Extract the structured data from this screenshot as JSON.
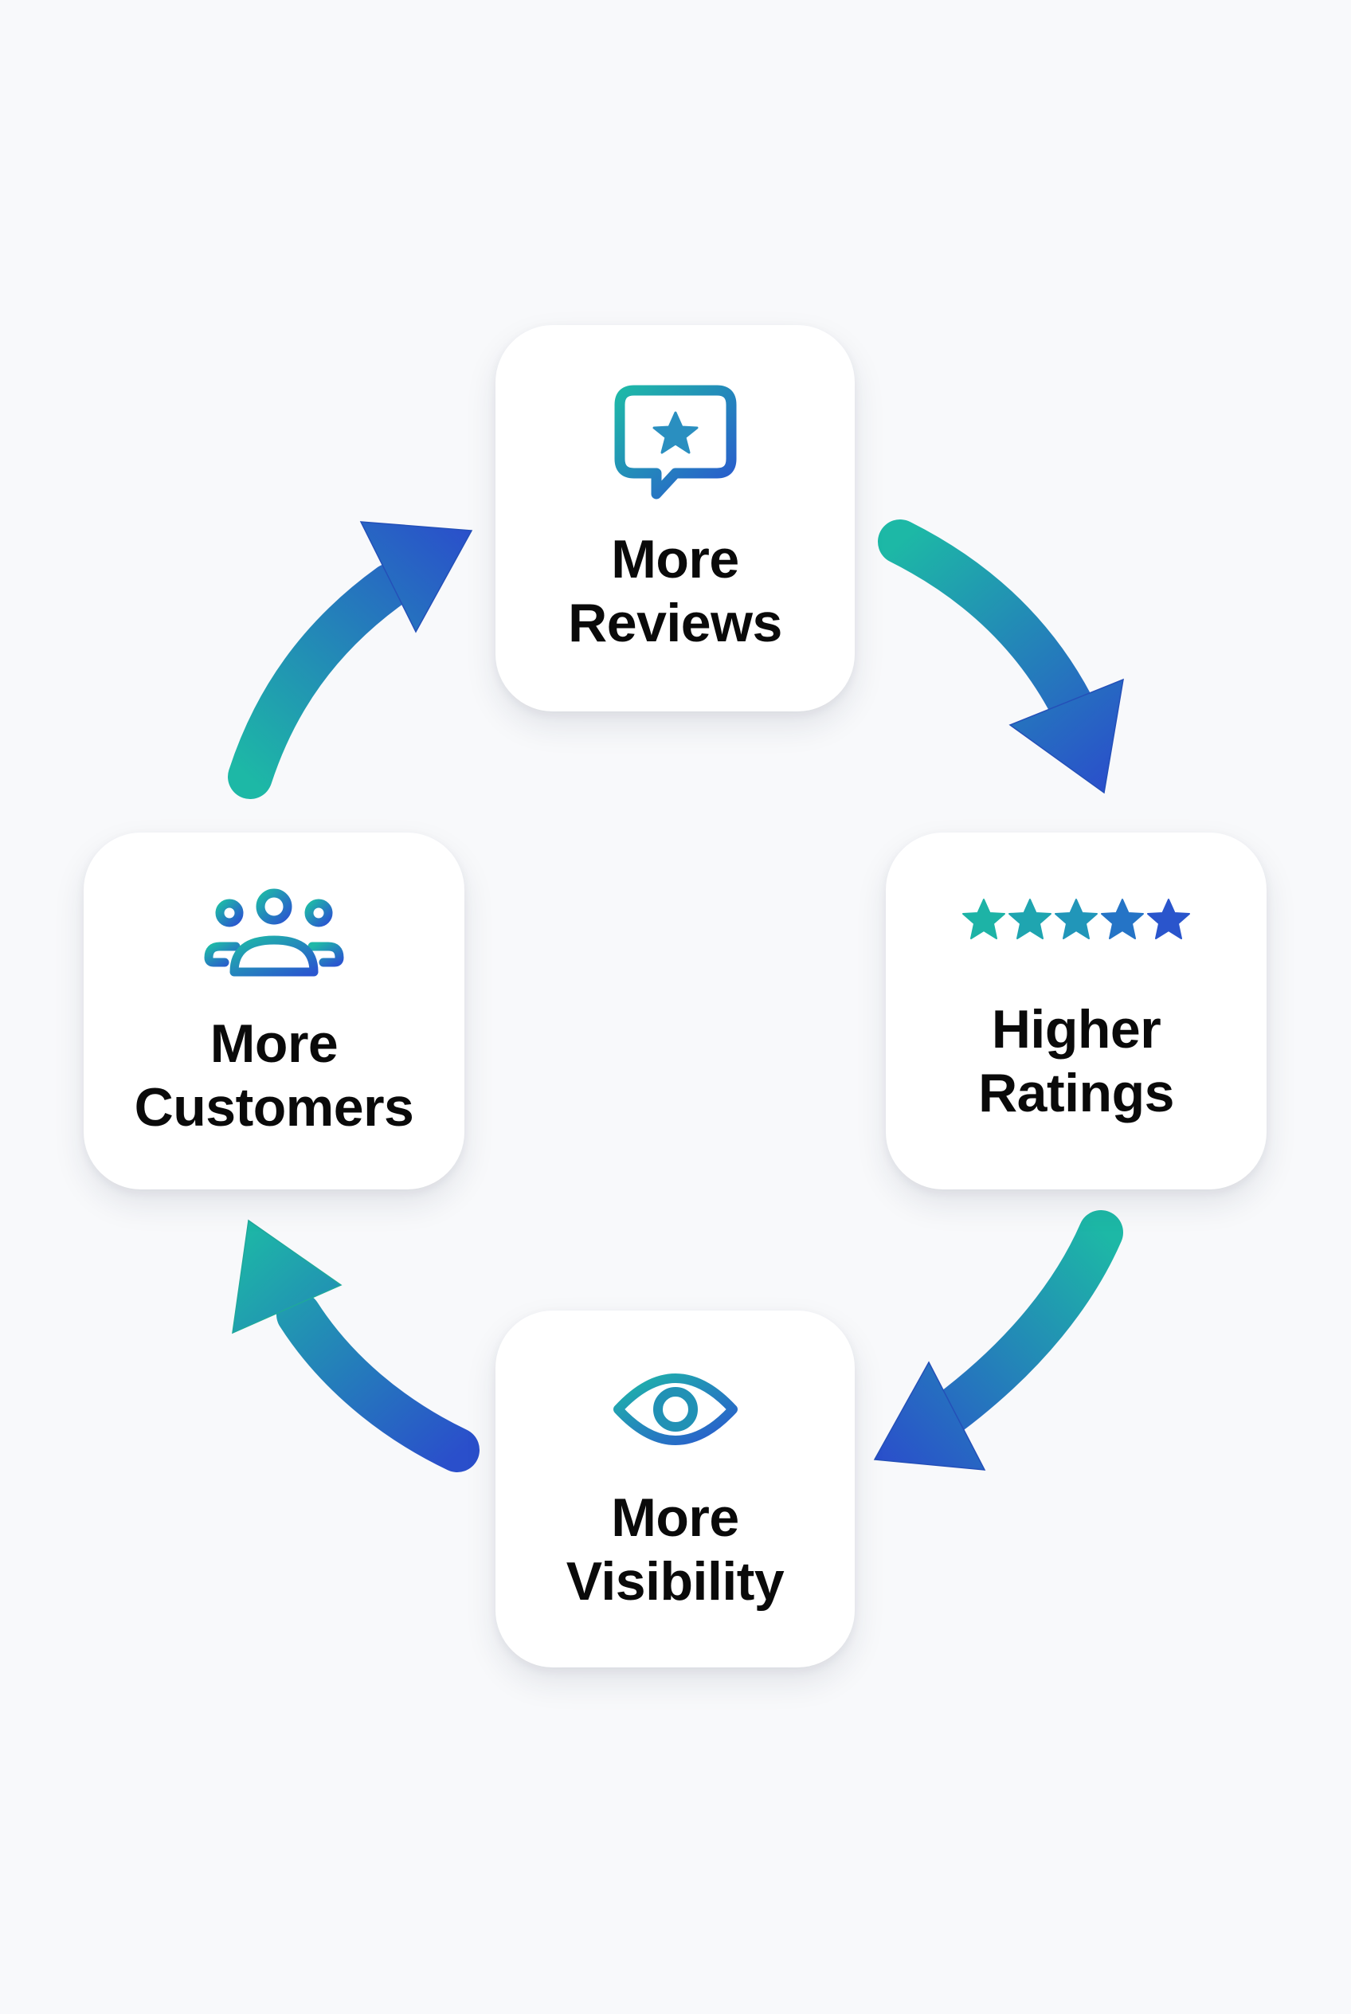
{
  "diagram": {
    "type": "cycle",
    "direction": "clockwise",
    "colors": {
      "gradient_start": "#1db3a6",
      "gradient_end": "#2a55cc",
      "text": "#0a0a0a",
      "card_background": "#ffffff",
      "page_background": "#f8f9fb"
    },
    "nodes": [
      {
        "id": "reviews",
        "position": "top",
        "icon": "speech-bubble-star-icon",
        "label_line1": "More",
        "label_line2": "Reviews"
      },
      {
        "id": "ratings",
        "position": "right",
        "icon": "five-stars-icon",
        "label_line1": "Higher",
        "label_line2": "Ratings",
        "stars": 5
      },
      {
        "id": "visibility",
        "position": "bottom",
        "icon": "eye-icon",
        "label_line1": "More",
        "label_line2": "Visibility"
      },
      {
        "id": "customers",
        "position": "left",
        "icon": "people-group-icon",
        "label_line1": "More",
        "label_line2": "Customers"
      }
    ],
    "edges": [
      {
        "from": "reviews",
        "to": "ratings"
      },
      {
        "from": "ratings",
        "to": "visibility"
      },
      {
        "from": "visibility",
        "to": "customers"
      },
      {
        "from": "customers",
        "to": "reviews"
      }
    ]
  }
}
